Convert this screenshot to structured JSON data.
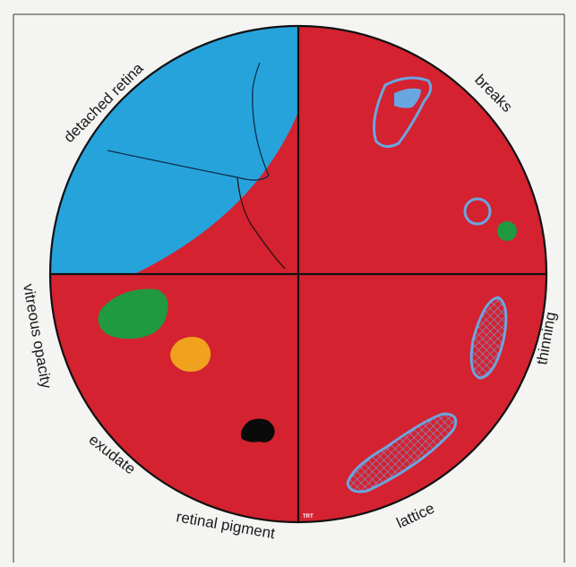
{
  "diagram": {
    "labels": {
      "detached_retina": "detached retina",
      "breaks": "breaks",
      "vitreous_opacity": "vitreous opacity",
      "thinning": "thinning",
      "exudate": "exudate",
      "retinal_pigment": "retinal pigment",
      "lattice": "lattice"
    },
    "corner_mark": "TRT",
    "colors": {
      "retina_attached": "#d42230",
      "retina_detached": "#27a3dc",
      "break_outline": "#6aa6e0",
      "vitreous_opacity": "#1f9a40",
      "exudate": "#f0a21e",
      "pigment": "#0a0a0a",
      "outline": "#111111",
      "background": "#f4f4f2"
    }
  }
}
